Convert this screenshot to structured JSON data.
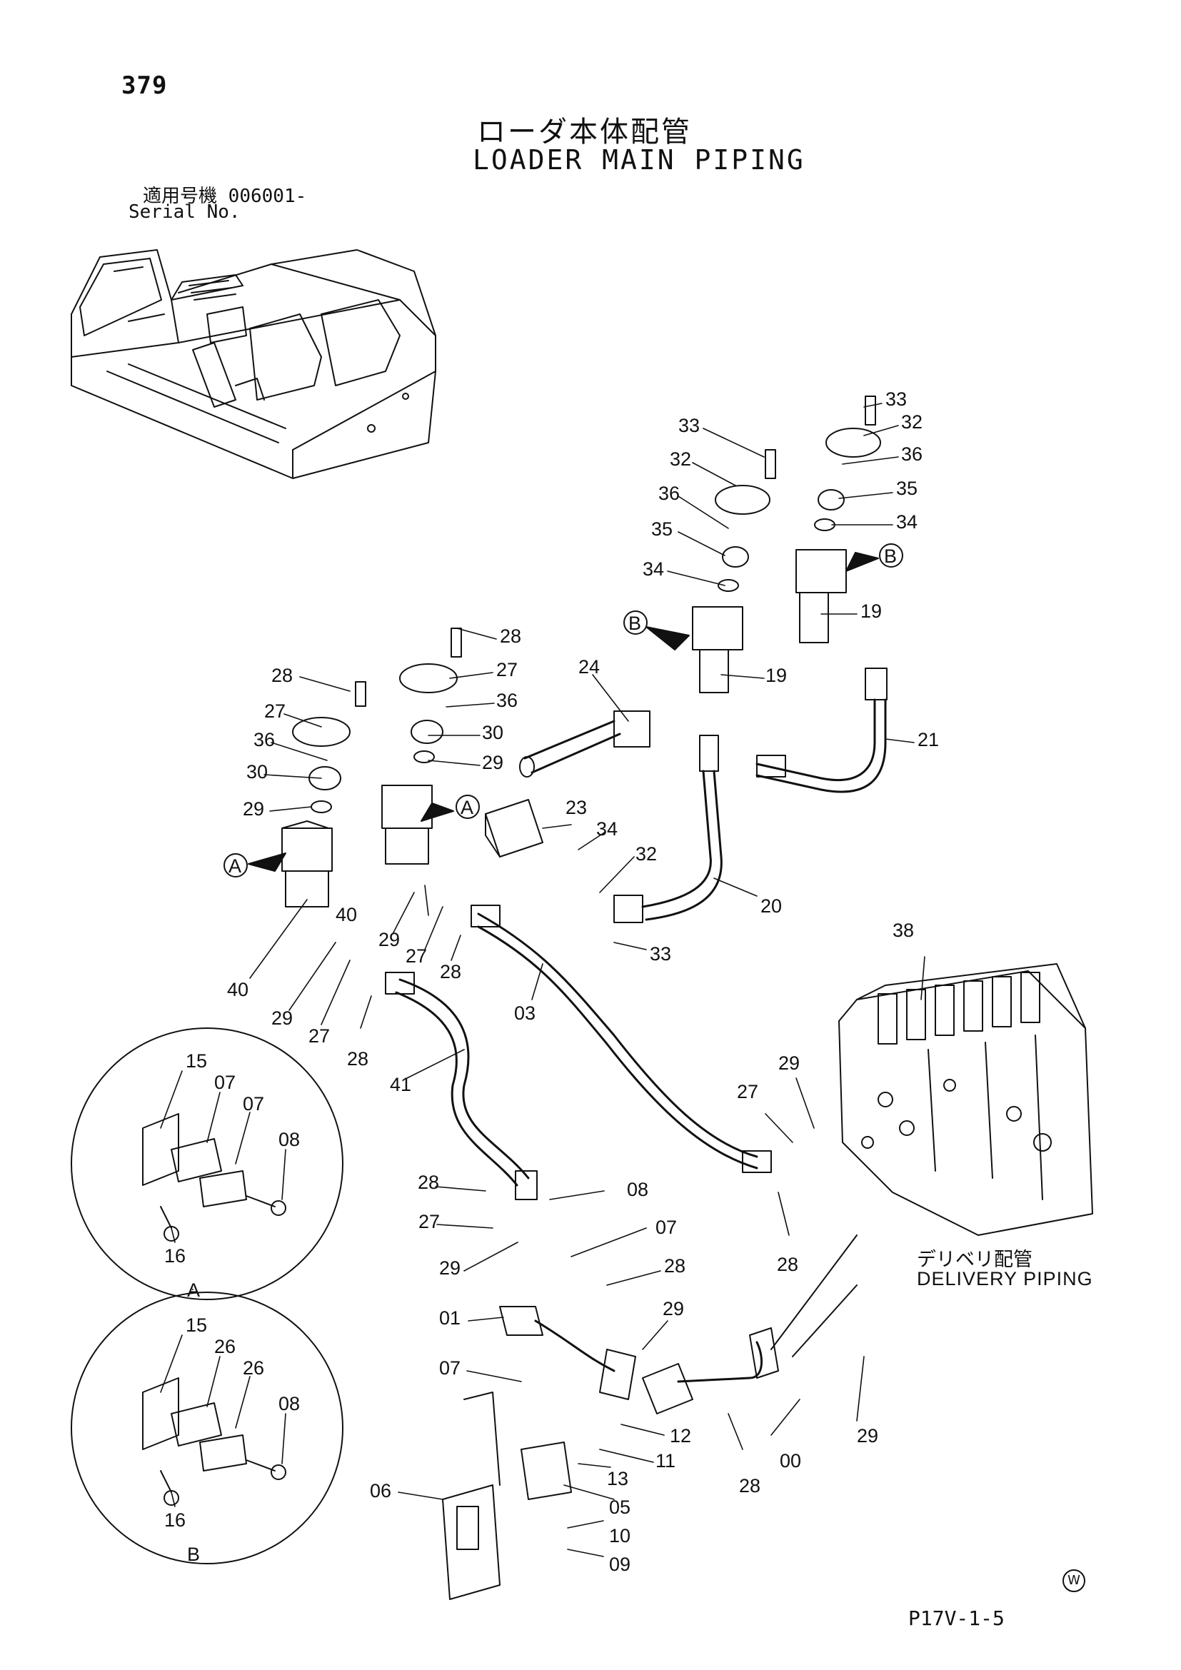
{
  "page_number": "379",
  "title_jp": "ローダ本体配管",
  "title_en": "LOADER MAIN PIPING",
  "serial": {
    "label_jp": "適用号機",
    "value": "006001-",
    "label_en": "Serial No."
  },
  "delivery": {
    "label_jp": "デリベリ配管",
    "label_en": "DELIVERY PIPING"
  },
  "drawing_code": "P17V-1-5",
  "watermark": "W",
  "callouts": {
    "c33a": "33",
    "c32a": "32",
    "c36a": "36",
    "c35a": "35",
    "c34a": "34",
    "c33b": "33",
    "c32b": "32",
    "c36b": "36",
    "c35b": "35",
    "c34b": "34",
    "c19a": "19",
    "c19b": "19",
    "c24": "24",
    "c21": "21",
    "c28a": "28",
    "c27a": "27",
    "c36c": "36",
    "c30a": "30",
    "c29a": "29",
    "c28b": "28",
    "c27b": "27",
    "c36d": "36",
    "c30b": "30",
    "c29b": "29",
    "c23": "23",
    "c34c": "34",
    "c32c": "32",
    "c20": "20",
    "c33c": "33",
    "c40a": "40",
    "c40b": "40",
    "c29c": "29",
    "c27c": "27",
    "c28c": "28",
    "c29d": "29",
    "c27d": "27",
    "c28d": "28",
    "c03": "03",
    "c41": "41",
    "c38": "38",
    "c29e": "29",
    "c27e": "27",
    "c28e": "28",
    "c28f": "28",
    "c08": "08",
    "c27f": "27",
    "c07a": "07",
    "c29f": "29",
    "c28g": "28",
    "c01": "01",
    "c29g": "29",
    "c07b": "07",
    "c12": "12",
    "c11": "11",
    "c13": "13",
    "c28h": "28",
    "c00": "00",
    "c29h": "29",
    "c06": "06",
    "c05": "05",
    "c10": "10",
    "c09": "09",
    "dA15": "15",
    "dA07a": "07",
    "dA07b": "07",
    "dA08": "08",
    "dA16": "16",
    "dB15": "15",
    "dB26a": "26",
    "dB26b": "26",
    "dB08": "08",
    "dB16": "16"
  },
  "markers": {
    "A": "A",
    "B": "B"
  }
}
